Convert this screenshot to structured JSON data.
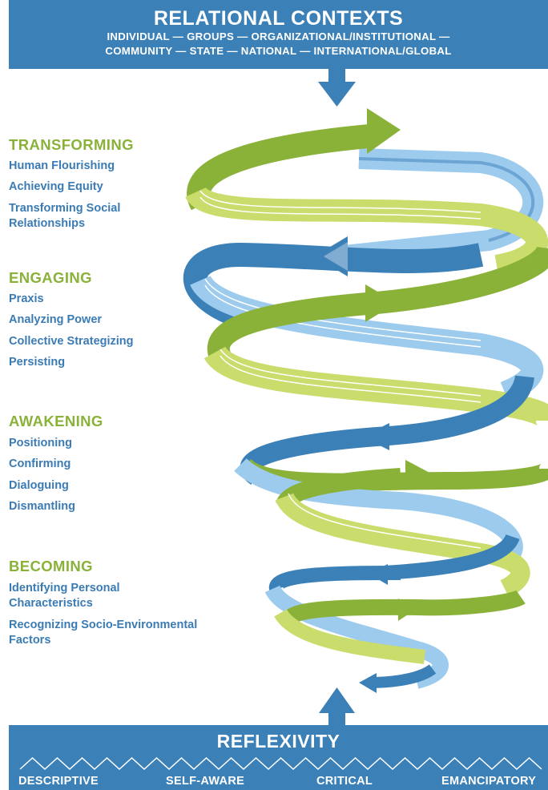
{
  "header": {
    "title": "RELATIONAL CONTEXTS",
    "line1": "INDIVIDUAL — GROUPS — ORGANIZATIONAL/INSTITUTIONAL —",
    "line2": "COMMUNITY — STATE — NATIONAL — INTERNATIONAL/GLOBAL"
  },
  "sections": {
    "transforming": {
      "title": "TRANSFORMING",
      "items": [
        "Human Flourishing",
        "Achieving Equity",
        "Transforming Social",
        "Relationships"
      ]
    },
    "engaging": {
      "title": "ENGAGING",
      "items": [
        "Praxis",
        "Analyzing Power",
        "Collective Strategizing",
        "Persisting"
      ]
    },
    "awakening": {
      "title": "AWAKENING",
      "items": [
        "Positioning",
        "Confirming",
        "Dialoguing",
        "Dismantling"
      ]
    },
    "becoming": {
      "title": "BECOMING",
      "items": [
        "Identifying Personal",
        "Characteristics",
        "Recognizing Socio-Environmental",
        "Factors"
      ]
    }
  },
  "footer": {
    "title": "REFLEXIVITY",
    "levels": [
      "DESCRIPTIVE",
      "SELF-AWARE",
      "CRITICAL",
      "EMANCIPATORY"
    ]
  },
  "colors": {
    "blue": "#3c80b8",
    "light_blue": "#9ccbee",
    "green": "#8ab239",
    "light_green": "#c9dc6c",
    "text_blue": "#3b7bb4"
  }
}
